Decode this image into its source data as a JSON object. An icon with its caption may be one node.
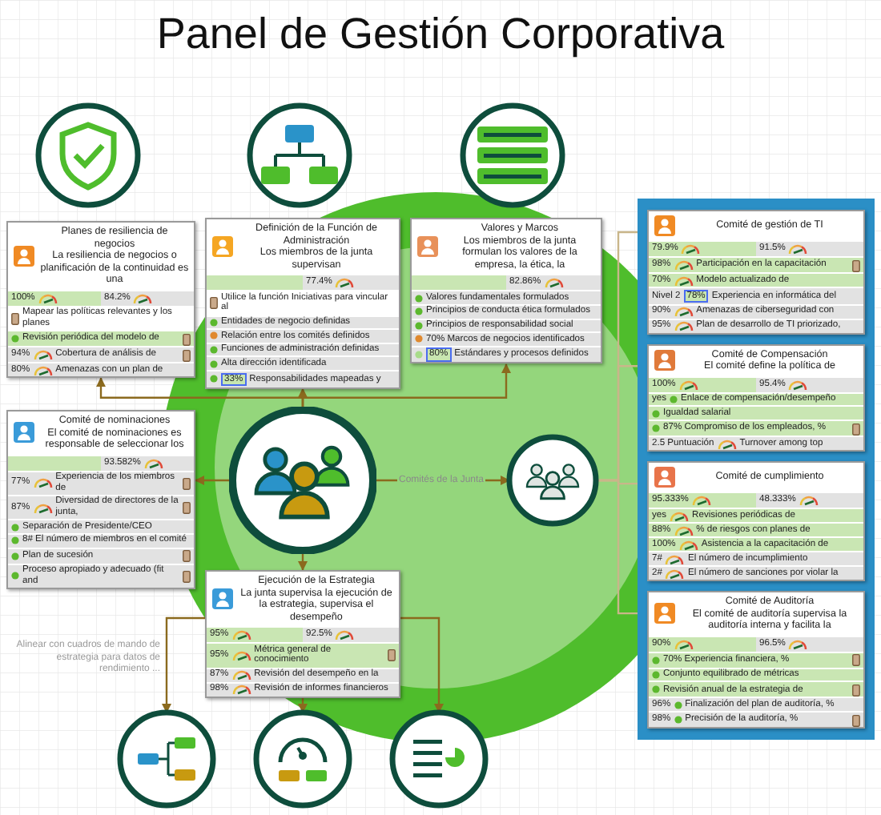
{
  "diagram": {
    "title": "Panel de Gestión Corporativa",
    "nodes": [
      {
        "text": [
          "Planes de resiliencia de negocios",
          "La resiliencia de negocios o planificación de la continuidad es una"
        ]
      },
      {
        "text": [
          "100%",
          "84.2%"
        ],
        "in": 0
      },
      {
        "text": [
          "Mapear las políticas relevantes y los planes"
        ],
        "in": 0
      },
      {
        "text": [
          "Revisión periódica del modelo de"
        ],
        "in": 0
      },
      {
        "text": [
          "94%",
          "Cobertura de análisis de"
        ],
        "in": 0
      },
      {
        "text": [
          "80%",
          "Amenazas con un plan de"
        ],
        "in": 0
      },
      {
        "text": [
          "Definición de la Función de Administración",
          "Los miembros de la junta supervisan"
        ]
      },
      {
        "text": [
          "77.4%"
        ],
        "in": 6
      },
      {
        "text": [
          "Utilice la función Iniciativas para vincular al"
        ],
        "in": 6
      },
      {
        "text": [
          "Entidades de negocio definidas"
        ],
        "in": 6
      },
      {
        "text": [
          "Relación entre los comités definidos"
        ],
        "in": 6
      },
      {
        "text": [
          "Funciones de administración definidas"
        ],
        "in": 6
      },
      {
        "text": [
          "Alta dirección identificada"
        ],
        "in": 6
      },
      {
        "text": [
          "33%",
          "Responsabilidades mapeadas y"
        ],
        "in": 6
      },
      {
        "text": [
          "Valores y Marcos",
          "Los miembros de la junta formulan los valores de la empresa, la ética, la"
        ]
      },
      {
        "text": [
          "82.86%"
        ],
        "in": 14
      },
      {
        "text": [
          "Valores fundamentales formulados"
        ],
        "in": 14
      },
      {
        "text": [
          "Principios de conducta ética formulados"
        ],
        "in": 14
      },
      {
        "text": [
          "Principios de responsabilidad social"
        ],
        "in": 14
      },
      {
        "text": [
          "70% Marcos de negocios identificados"
        ],
        "in": 14
      },
      {
        "text": [
          "80%",
          "Estándares y procesos definidos"
        ],
        "in": 14
      },
      {
        "text": [
          "Comité de nominaciones",
          "El comité de nominaciones es responsable de seleccionar los"
        ]
      },
      {
        "text": [
          "93.582%"
        ],
        "in": 21
      },
      {
        "text": [
          "77%",
          "Experiencia de los miembros de"
        ],
        "in": 21
      },
      {
        "text": [
          "87%",
          "Diversidad de directores de la junta,"
        ],
        "in": 21
      },
      {
        "text": [
          "Separación de Presidente/CEO"
        ],
        "in": 21
      },
      {
        "text": [
          "8# El número de miembros en el comité"
        ],
        "in": 21
      },
      {
        "text": [
          "Plan de sucesión"
        ],
        "in": 21
      },
      {
        "text": [
          "Proceso apropiado y adecuado (fit and"
        ],
        "in": 21
      },
      {
        "text": [],
        "shape": "circle"
      },
      {
        "text": [],
        "shape": "circle"
      },
      {
        "text": [
          "Ejecución de la Estrategia",
          "La junta supervisa la ejecución de la estrategia, supervisa el desempeño"
        ]
      },
      {
        "text": [
          "95%",
          "92.5%"
        ],
        "in": 31
      },
      {
        "text": [
          "95%",
          "Métrica general de conocimiento"
        ],
        "in": 31
      },
      {
        "text": [
          "87%",
          "Revisión del desempeño en la"
        ],
        "in": 31
      },
      {
        "text": [
          "98%",
          "Revisión de informes financieros"
        ],
        "in": 31
      },
      {
        "text": [],
        "shape": "box"
      },
      {
        "text": [
          "Comité de gestión de TI"
        ],
        "in": 36
      },
      {
        "text": [
          "79.9%",
          "91.5%"
        ],
        "in": 37
      },
      {
        "text": [
          "98%",
          "Participación en la capacitación"
        ],
        "in": 37
      },
      {
        "text": [
          "70%",
          "Modelo actualizado de"
        ],
        "in": 37
      },
      {
        "text": [
          "Nivel 2",
          "78%",
          "Experiencia en informática del"
        ],
        "in": 37
      },
      {
        "text": [
          "90%",
          "Amenazas de ciberseguridad con"
        ],
        "in": 37
      },
      {
        "text": [
          "95%",
          "Plan de desarrollo de TI priorizado,"
        ],
        "in": 37
      },
      {
        "text": [
          "Comité de Compensación",
          "El comité define la política de"
        ],
        "in": 36
      },
      {
        "text": [
          "100%",
          "95.4%"
        ],
        "in": 44
      },
      {
        "text": [
          "yes",
          "Enlace de compensación/desempeño"
        ],
        "in": 44
      },
      {
        "text": [
          "Igualdad salarial"
        ],
        "in": 44
      },
      {
        "text": [
          "87% Compromiso de los empleados, %"
        ],
        "in": 44
      },
      {
        "text": [
          "2.5 Puntuación",
          "Turnover among top"
        ],
        "in": 44
      },
      {
        "text": [
          "Comité de cumplimiento"
        ],
        "in": 36
      },
      {
        "text": [
          "95.333%",
          "48.333%"
        ],
        "in": 50
      },
      {
        "text": [
          "yes",
          "Revisiones periódicas de"
        ],
        "in": 50
      },
      {
        "text": [
          "88%",
          "% de riesgos con planes de"
        ],
        "in": 50
      },
      {
        "text": [
          "100%",
          "Asistencia a la capacitación de"
        ],
        "in": 50
      },
      {
        "text": [
          "7#",
          "El número de incumplimiento"
        ],
        "in": 50
      },
      {
        "text": [
          "2#",
          "El número de sanciones por violar la"
        ],
        "in": 50
      },
      {
        "text": [
          "Comité de Auditoría",
          "El comité de auditoría supervisa la auditoría interna y facilita la"
        ],
        "in": 36
      },
      {
        "text": [
          "90%",
          "96.5%"
        ],
        "in": 57
      },
      {
        "text": [
          "70% Experiencia financiera, %"
        ],
        "in": 57
      },
      {
        "text": [
          "Conjunto equilibrado de métricas"
        ],
        "in": 57
      },
      {
        "text": [
          "Revisión anual de la estrategia de"
        ],
        "in": 57
      },
      {
        "text": [
          "96%",
          "Finalización del plan de auditoría, %"
        ],
        "in": 57
      },
      {
        "text": [
          "98%",
          "Precisión de la auditoría, %"
        ],
        "in": 57
      },
      {
        "text": [],
        "shape": "circle"
      },
      {
        "text": [],
        "shape": "circle"
      },
      {
        "text": [],
        "shape": "circle"
      }
    ],
    "edges": [
      {
        "from": 29,
        "to": 0,
        "arrow": "to"
      },
      {
        "from": 29,
        "to": 6,
        "arrow": "to"
      },
      {
        "from": 29,
        "to": 14,
        "arrow": "to"
      },
      {
        "from": 29,
        "to": 21,
        "arrow": "to"
      },
      {
        "from": 29,
        "to": 31,
        "arrow": "to"
      },
      {
        "from": 29,
        "to": 30,
        "arrow": "to",
        "label": "Comités de la Junta"
      },
      {
        "from": 30,
        "to": 37,
        "arrow": "to",
        "color": "#c9b68a"
      },
      {
        "from": 30,
        "to": 44,
        "arrow": "to",
        "color": "#c9b68a"
      },
      {
        "from": 30,
        "to": 50,
        "arrow": "to",
        "color": "#c9b68a"
      },
      {
        "from": 30,
        "to": 57,
        "arrow": "to",
        "color": "#c9b68a"
      },
      {
        "from": 31,
        "to": 64,
        "arrow": "to"
      },
      {
        "from": 31,
        "to": 65,
        "arrow": "to"
      },
      {
        "from": 31,
        "to": 66,
        "arrow": "to"
      }
    ],
    "labels": [
      "Alinear con cuadros de mando de estrategia para datos de rendimiento ..."
    ]
  }
}
